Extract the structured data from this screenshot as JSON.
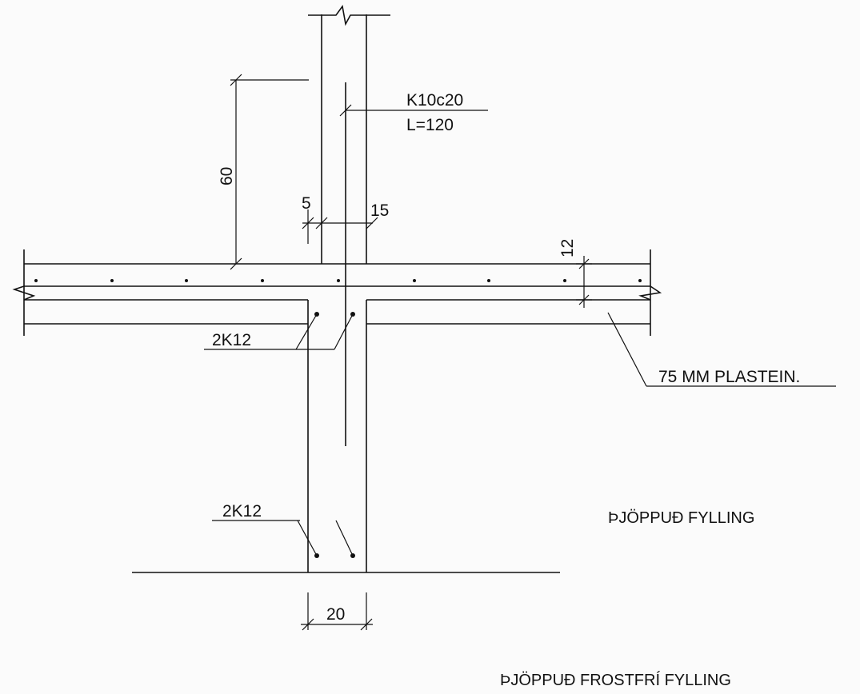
{
  "labels": {
    "rebar_top": "K10c20",
    "rebar_length": "L=120",
    "dim_60": "60",
    "dim_5": "5",
    "dim_15": "15",
    "dim_12": "12",
    "dim_20": "20",
    "bars_upper": "2K12",
    "bars_lower": "2K12",
    "insulation": "75 MM PLASTEIN.",
    "fill": "ÞJÖPPUÐ FYLLING",
    "frost_fill": "ÞJÖPPUÐ FROSTFRÍ FYLLING"
  }
}
